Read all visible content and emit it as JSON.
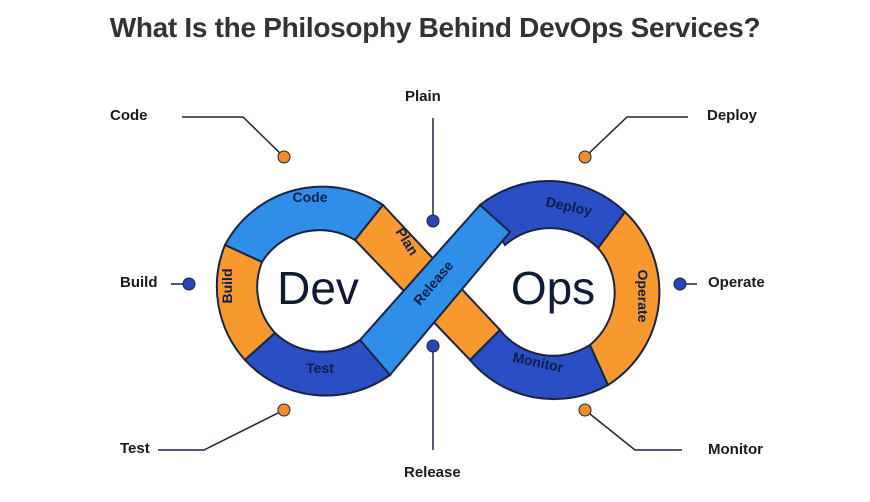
{
  "title": "What Is the Philosophy Behind DevOps Services?",
  "center": {
    "left": "Dev",
    "right": "Ops"
  },
  "ring_segments": {
    "code": "Code",
    "plan": "Plan",
    "build": "Build",
    "test": "Test",
    "release": "Release",
    "deploy": "Deploy",
    "operate": "Operate",
    "monitor": "Monitor"
  },
  "callouts": {
    "code": "Code",
    "plain": "Plain",
    "deploy": "Deploy",
    "build": "Build",
    "operate": "Operate",
    "test": "Test",
    "release": "Release",
    "monitor": "Monitor"
  },
  "colors": {
    "light_blue": "#2e8ee8",
    "dark_blue": "#2a4fc4",
    "orange": "#f7992f",
    "outline": "#1b2340",
    "dot_blue": "#2946b8",
    "dot_orange": "#f28d2a",
    "title": "#333333"
  }
}
